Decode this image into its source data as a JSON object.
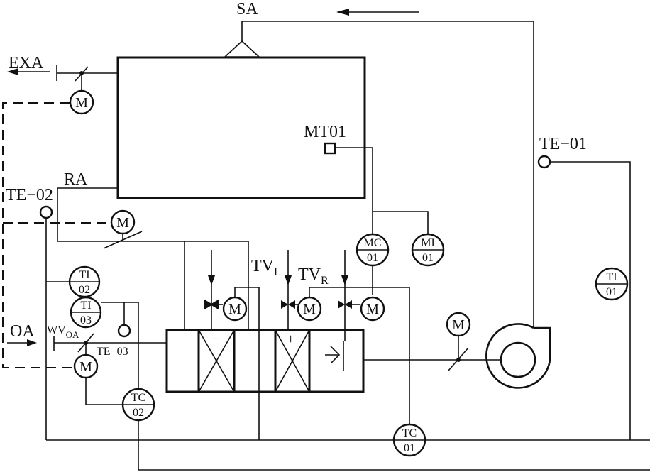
{
  "labels": {
    "sa": "SA",
    "exa": "EXA",
    "ra": "RA",
    "oa": "OA",
    "wv": "WV",
    "wv_sub": "OA",
    "te01": "TE−01",
    "te02": "TE−02",
    "te03": "TE−03",
    "mt01": "MT01",
    "tvl": "TV",
    "tvl_sub": "L",
    "tvr": "TV",
    "tvr_sub": "R",
    "minus": "−",
    "plus": "+"
  },
  "motor_label": "M",
  "instruments": {
    "ti02": {
      "top": "TI",
      "bottom": "02"
    },
    "ti03": {
      "top": "TI",
      "bottom": "03"
    },
    "mc01": {
      "top": "MC",
      "bottom": "01"
    },
    "mi01": {
      "top": "MI",
      "bottom": "01"
    },
    "ti01": {
      "top": "TI",
      "bottom": "01"
    },
    "tc02": {
      "top": "TC",
      "bottom": "02"
    },
    "tc01": {
      "top": "TC",
      "bottom": "01"
    }
  }
}
